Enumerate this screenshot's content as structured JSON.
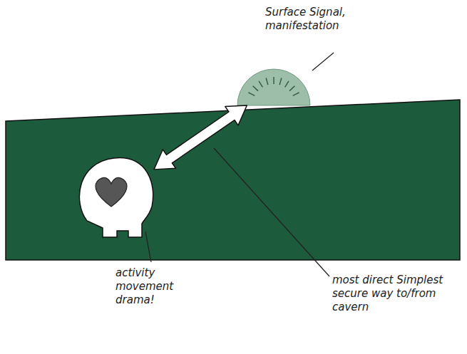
{
  "diagram": {
    "nodes": [
      {
        "text": [
          "Surface Signal, manifestation"
        ]
      },
      {
        "text": [
          "activity movement drama!"
        ]
      }
    ],
    "edges": [
      {
        "from": 1,
        "to": 0,
        "arrow": "both",
        "label": "most direct Simplest secure way to/from cavern"
      }
    ]
  }
}
